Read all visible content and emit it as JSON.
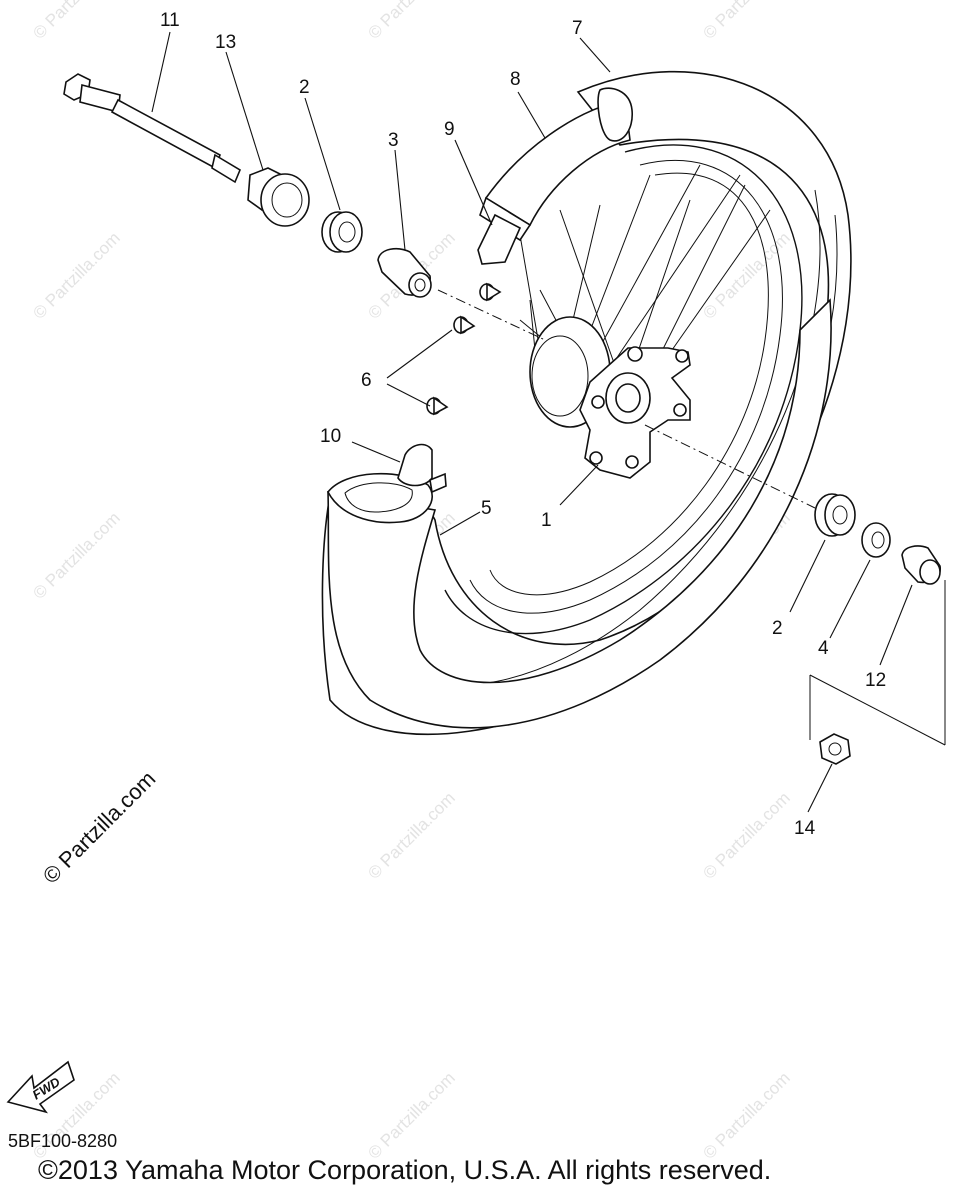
{
  "callouts": {
    "c1": "1",
    "c2a": "2",
    "c2b": "2",
    "c3": "3",
    "c4": "4",
    "c5": "5",
    "c6": "6",
    "c7": "7",
    "c8": "8",
    "c9": "9",
    "c10": "10",
    "c11": "11",
    "c12": "12",
    "c13": "13",
    "c14": "14"
  },
  "watermark": {
    "text": "© Partzilla.com",
    "main_text": "© Partzilla.com"
  },
  "fwd_label": "FWD",
  "diagram_code": "5BF100-8280",
  "copyright": "©2013 Yamaha Motor Corporation, U.S.A. All rights reserved.",
  "colors": {
    "line": "#111111",
    "watermark": "#e3e3e3",
    "background": "#ffffff"
  }
}
